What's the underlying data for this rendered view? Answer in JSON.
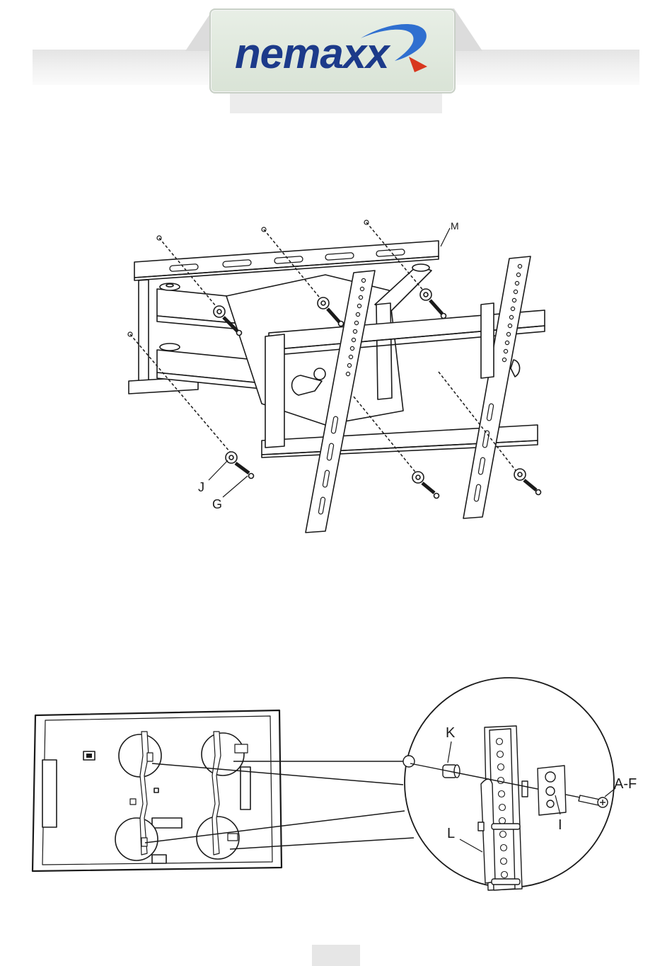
{
  "brand": {
    "logo_text": "nemaxx",
    "colors": {
      "blue": "#1c3a8a",
      "red": "#d8371e",
      "swoosh": "#2f6fd0"
    }
  },
  "figure_top": {
    "callouts": {
      "wall_plate": "M",
      "washer": "J",
      "screw": "G"
    }
  },
  "figure_bottom": {
    "callouts": {
      "spacer": "K",
      "screws": "A-F",
      "washer_plate": "I",
      "bracket": "L"
    }
  }
}
